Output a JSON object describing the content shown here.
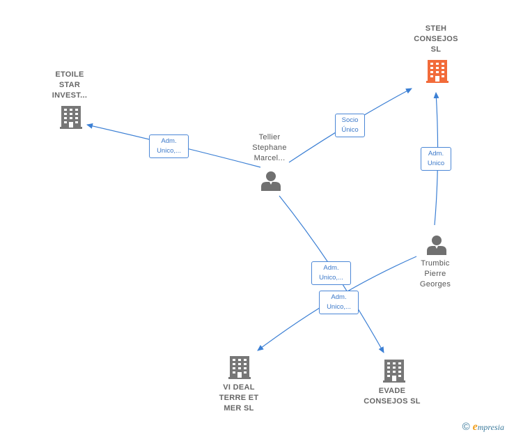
{
  "nodes": {
    "steh": {
      "lines": [
        "STEH",
        "CONSEJOS",
        "SL"
      ],
      "color": "#f26b3a"
    },
    "etoile": {
      "lines": [
        "ETOILE",
        "STAR",
        "INVEST..."
      ]
    },
    "tellier": {
      "lines": [
        "Tellier",
        "Stephane",
        "Marcel..."
      ]
    },
    "trumbic": {
      "lines": [
        "Trumbic",
        "Pierre",
        "Georges"
      ]
    },
    "videal": {
      "lines": [
        "VI DEAL",
        "TERRE ET",
        "MER  SL"
      ]
    },
    "evade": {
      "lines": [
        "EVADE",
        "CONSEJOS  SL"
      ]
    }
  },
  "edges": {
    "tellier_etoile": [
      "Adm.",
      "Unico,..."
    ],
    "tellier_steh": [
      "Socio",
      "Único"
    ],
    "trumbic_steh": [
      "Adm.",
      "Unico"
    ],
    "tellier_evade": [
      "Adm.",
      "Unico,..."
    ],
    "trumbic_videal": [
      "Adm.",
      "Unico,..."
    ]
  },
  "colors": {
    "edge": "#3b7fd4",
    "building": "#777777",
    "person": "#707070"
  },
  "footer": {
    "symbol": "©",
    "brand_initial": "e",
    "brand_rest": "mpresia"
  }
}
